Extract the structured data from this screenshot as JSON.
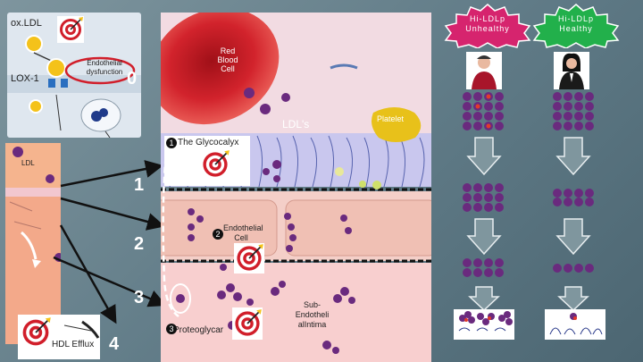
{
  "left_panel": {
    "oxldl_label": "ox.LDL",
    "lox1_label": "LOX-1",
    "endothelial_dysfunction_label": "Endothelial dysfunction",
    "ldl_label": "LDL"
  },
  "center_panel": {
    "rbc_label": "Red Blood Cell",
    "ldls_label": "LDL's",
    "platelet_label": "Platelet",
    "glycocalyx_label": "The Glycocalyx",
    "endothelial_cell_label": "Endothelial Cell",
    "subendothelial_label": "Sub-Endotheli alIntima",
    "proteoglycan_label": "Proteoglycar",
    "hdl_efflux_label": "HDL Efflux"
  },
  "step_numbers": {
    "zero": "0",
    "one": "1",
    "two": "2",
    "three": "3",
    "four": "4"
  },
  "circled_numbers": {
    "one": "1",
    "two": "2",
    "three": "3"
  },
  "badges": {
    "unhealthy": "Hi-LDLp Unhealthy",
    "healthy": "Hi-LDLp Healthy"
  },
  "colors": {
    "unhealthy_badge": "#d6246e",
    "healthy_badge": "#22b04b",
    "ldl_particle": "#6a2a7e",
    "red_blood_cell": "#c8232b",
    "platelet": "#e8c11a"
  },
  "icons": [
    "target-icon",
    "arrow-down-icon",
    "person-icon"
  ]
}
